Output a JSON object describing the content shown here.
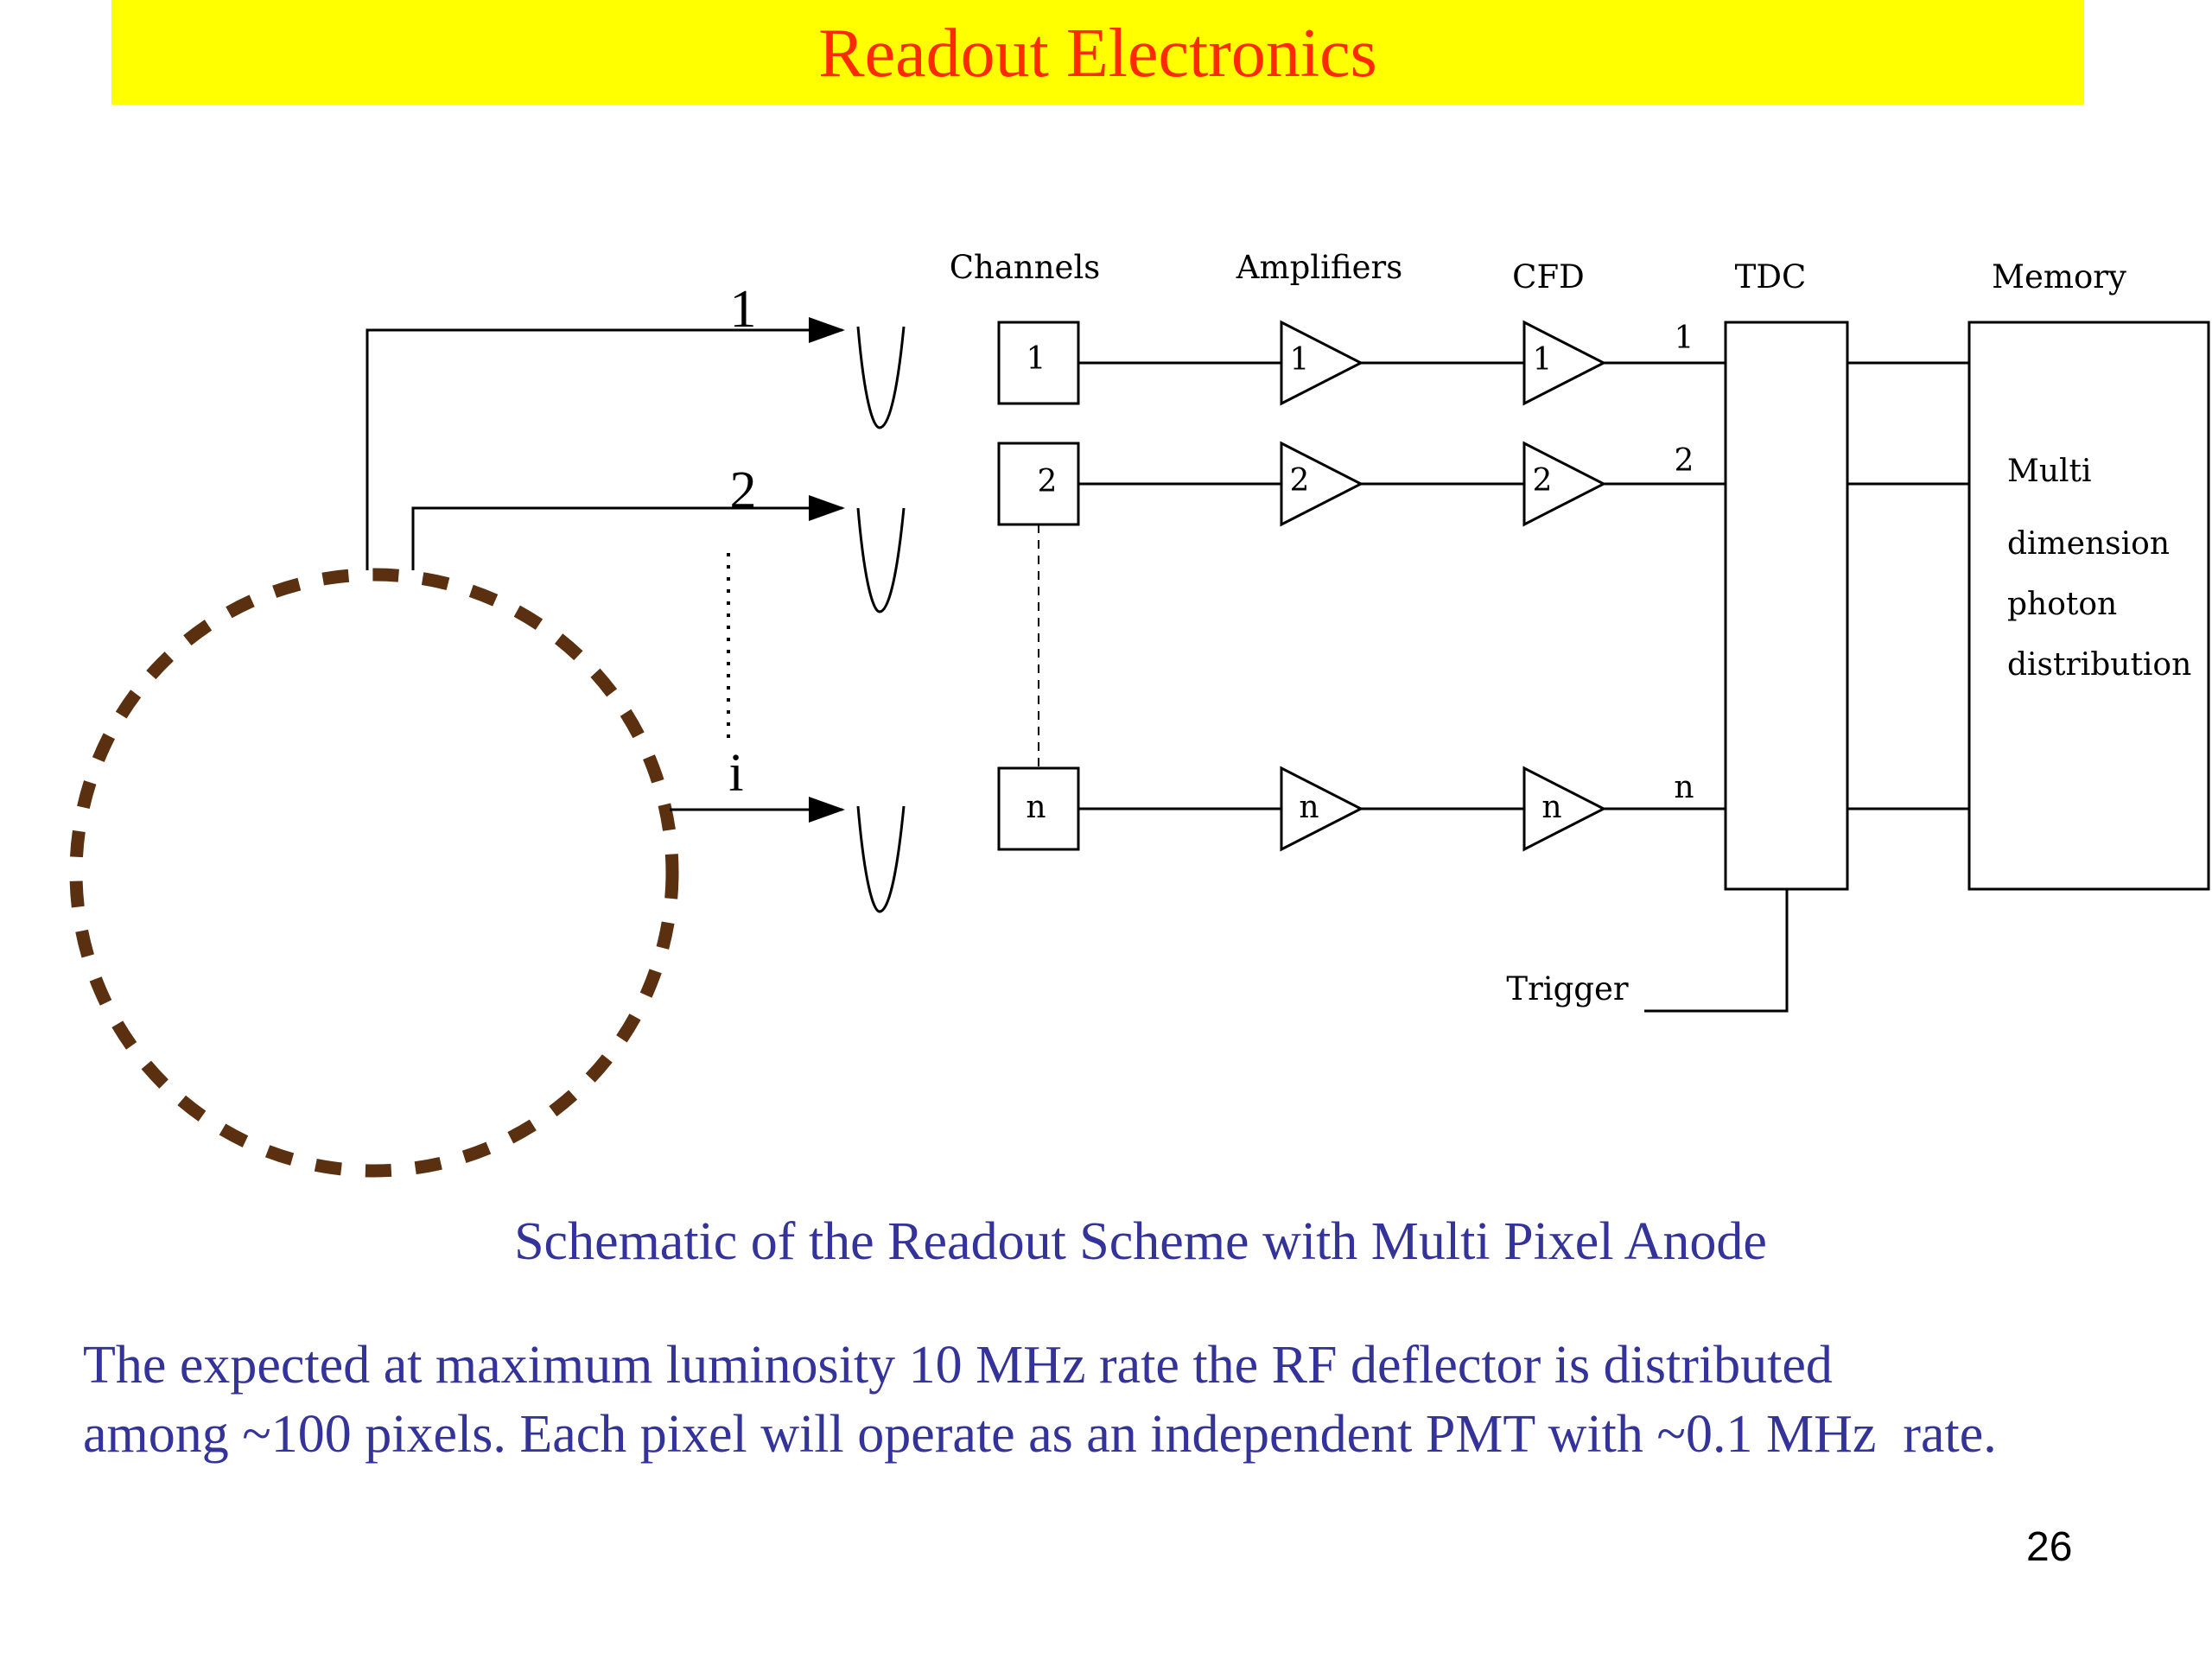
{
  "slide": {
    "title": "Readout Electronics",
    "caption": "Schematic of the Readout Scheme with Multi Pixel Anode",
    "body_line1": "The expected at maximum luminosity 10 MHz rate the RF deflector is distributed",
    "body_line2": "among ~100 pixels. Each pixel will operate as an independent PMT with ~0.1 MHz  rate.",
    "page_number": "26"
  },
  "diagram": {
    "pixel_labels": [
      "1",
      "2",
      "i"
    ],
    "headers": {
      "channels": "Channels",
      "amplifiers": "Amplifiers",
      "cfd": "CFD",
      "tdc": "TDC",
      "memory": "Memory"
    },
    "rows": [
      "1",
      "2",
      "n"
    ],
    "memory_text": [
      "Multi",
      "dimension",
      "photon",
      "distribution"
    ],
    "trigger": "Trigger",
    "colors": {
      "anode_ring": "#5a3010",
      "lines": "#000000"
    }
  }
}
